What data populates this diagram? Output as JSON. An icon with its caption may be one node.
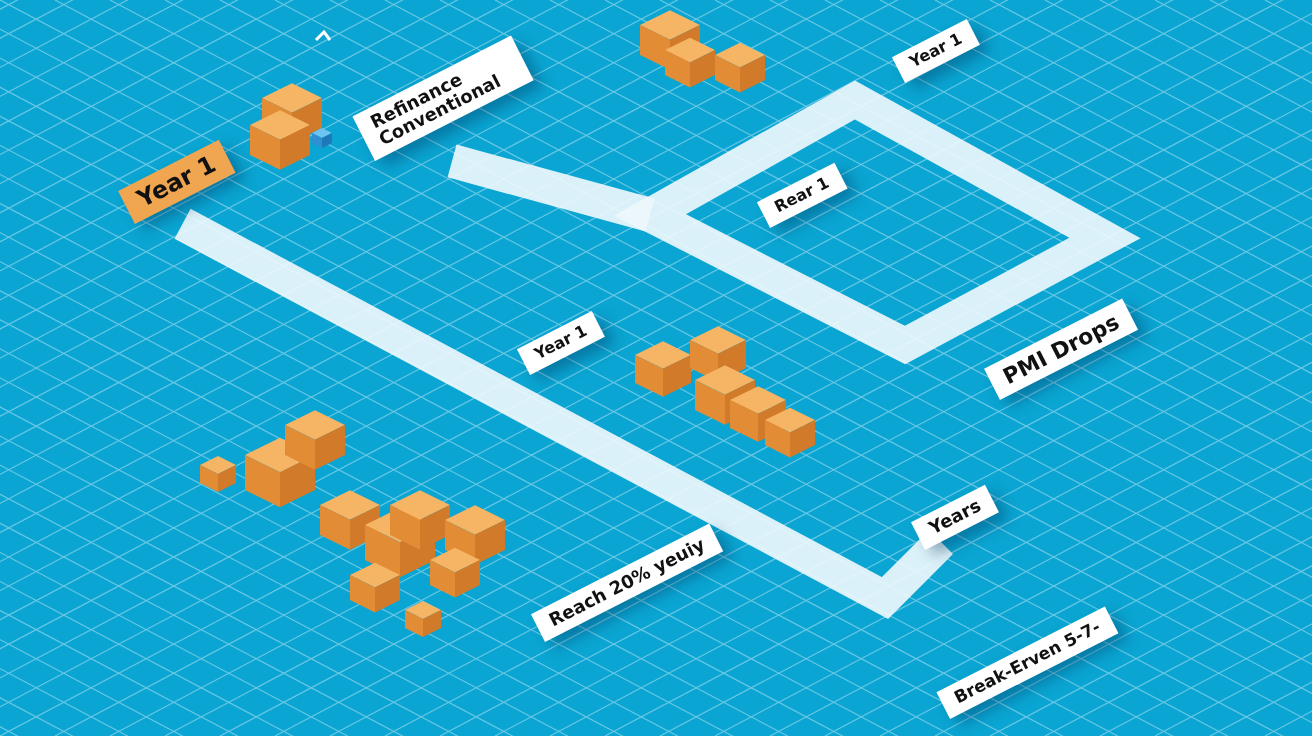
{
  "diagram": {
    "nodes": [
      {
        "text": [
          "Year 1"
        ]
      },
      {
        "text": [
          "Refinance Conventional"
        ]
      },
      {
        "text": [
          "Year 1"
        ]
      },
      {
        "text": [
          "Rear 1"
        ]
      },
      {
        "text": [
          "Year 1"
        ]
      },
      {
        "text": [
          "PMI Drops"
        ]
      },
      {
        "text": [
          "Years"
        ]
      },
      {
        "text": [
          "Reach 20% yeuiy"
        ]
      },
      {
        "text": [
          "Break-Erven 5-7-"
        ]
      }
    ],
    "edges": [
      {
        "from": 2,
        "to": 6,
        "arrow": "none"
      },
      {
        "from": 1,
        "to": null,
        "arrow": "none"
      }
    ]
  }
}
